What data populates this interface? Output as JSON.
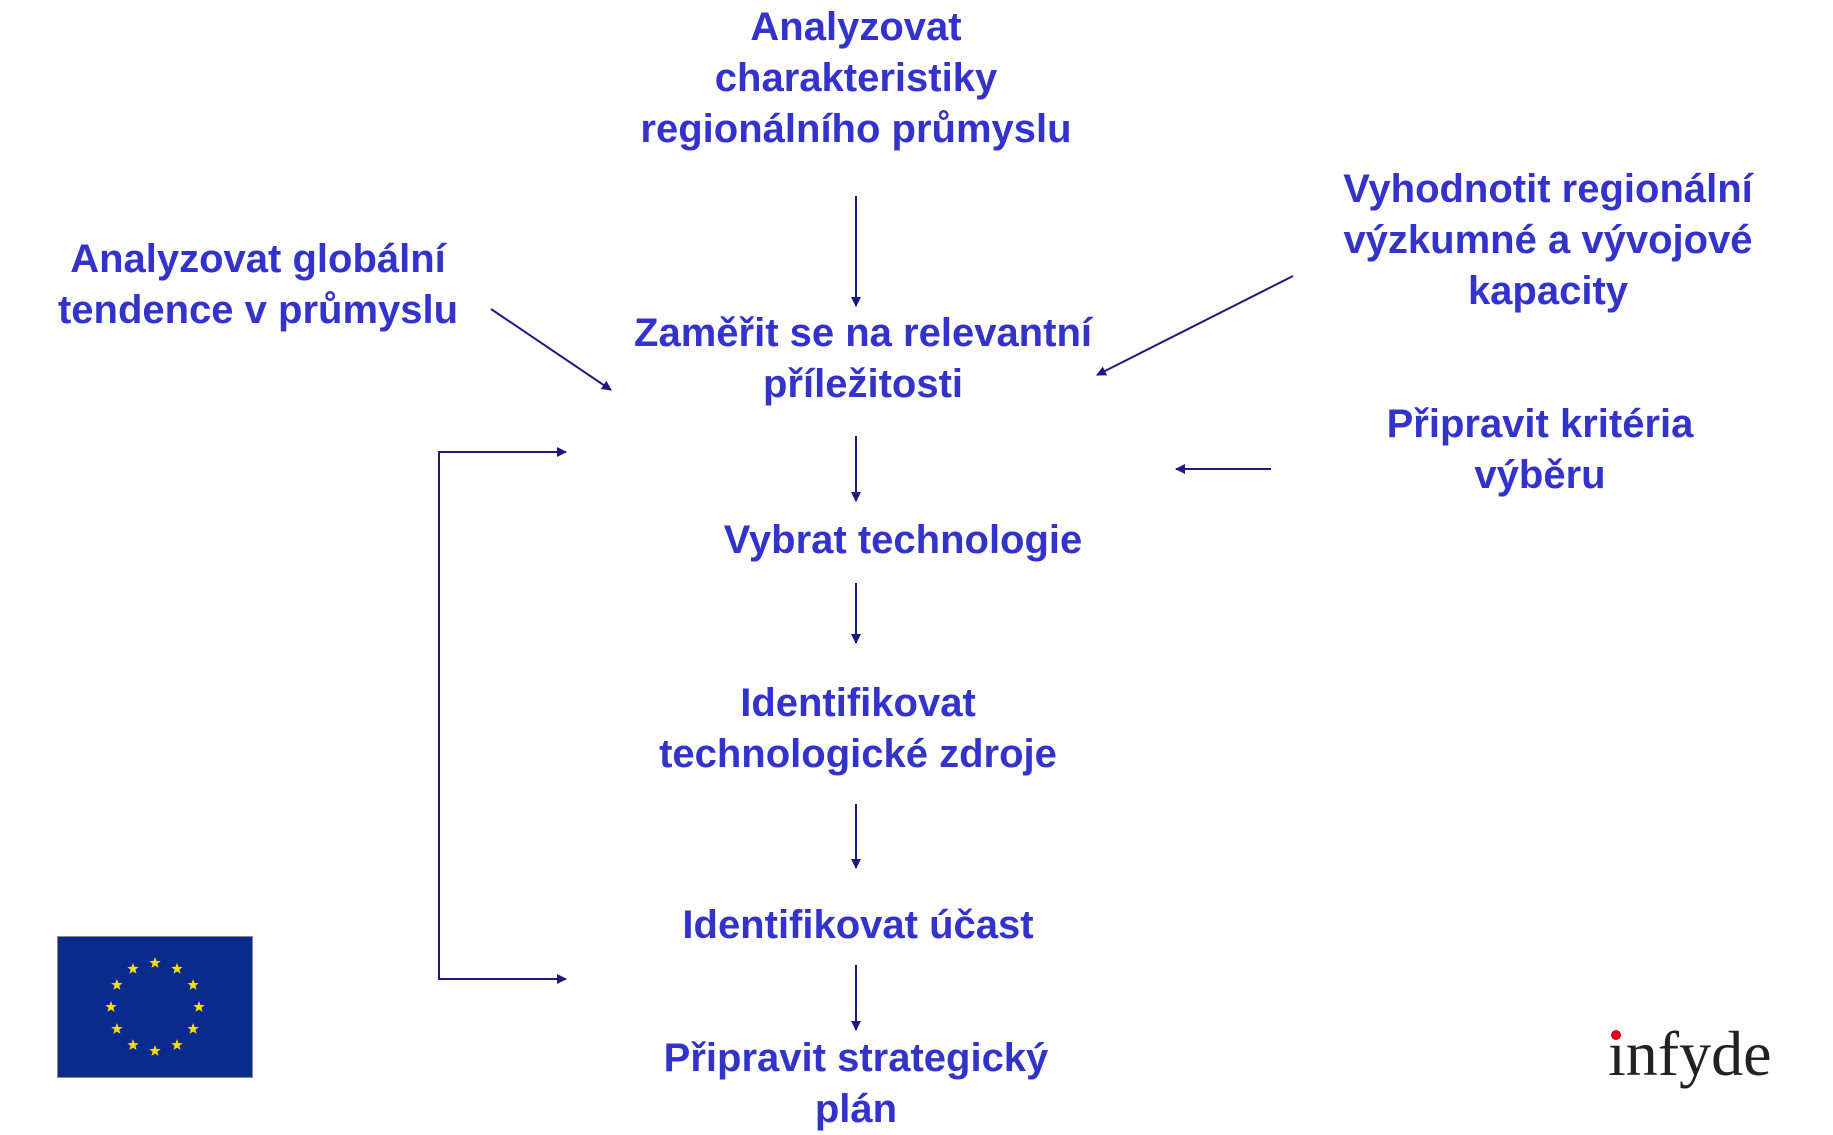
{
  "diagram": {
    "nodes": {
      "analyze_regional": [
        "Analyzovat",
        "charakteristiky",
        "regionálního průmyslu"
      ],
      "analyze_global": [
        "Analyzovat globální",
        "tendence v průmyslu"
      ],
      "evaluate_rd": [
        "Vyhodnotit regionální",
        "výzkumné a vývojové",
        "kapacity"
      ],
      "focus": [
        "Zaměřit se na relevantní",
        "příležitosti"
      ],
      "criteria": [
        "Připravit kritéria",
        "výběru"
      ],
      "select_tech": [
        "Vybrat technologie"
      ],
      "identify_sources": [
        "Identifikovat",
        "technologické zdroje"
      ],
      "identify_participation": [
        "Identifikovat účast"
      ],
      "strategic_plan": [
        "Připravit strategický",
        "plán"
      ]
    },
    "edges": [
      {
        "from": "analyze_regional",
        "to": "focus"
      },
      {
        "from": "analyze_global",
        "to": "focus"
      },
      {
        "from": "evaluate_rd",
        "to": "focus"
      },
      {
        "from": "focus",
        "to": "select_tech"
      },
      {
        "from": "criteria",
        "to": "select_tech"
      },
      {
        "from": "select_tech",
        "to": "identify_sources"
      },
      {
        "from": "identify_sources",
        "to": "identify_participation"
      },
      {
        "from": "identify_participation",
        "to": "strategic_plan"
      },
      {
        "from": "identify_participation",
        "to": "select_tech",
        "kind": "feedback-loop"
      }
    ]
  },
  "branding": {
    "logo_text": "infyde",
    "eu_flag": "eu-flag-icon"
  },
  "colors": {
    "text": "#3333cc",
    "arrow": "#1a1a80",
    "flag_blue": "#0b2b8c",
    "flag_star": "#ffdd00",
    "logo_dot": "#e0001b"
  }
}
